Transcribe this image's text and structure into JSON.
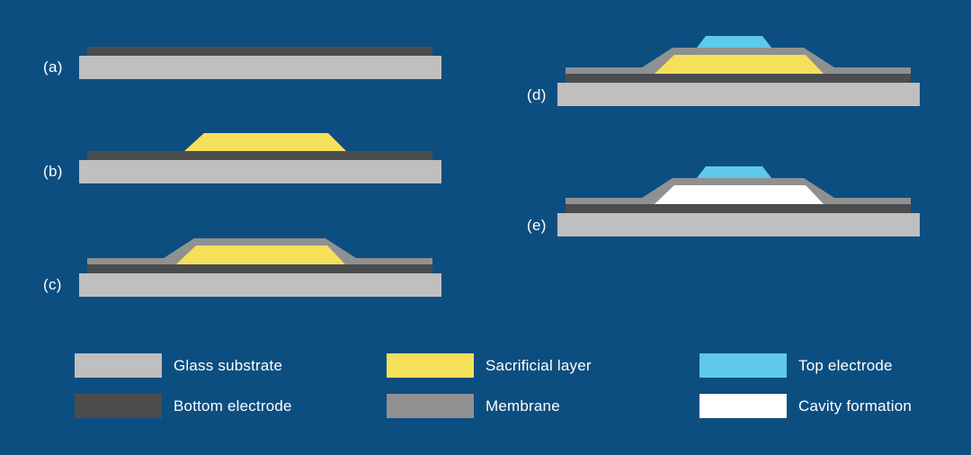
{
  "colors": {
    "background": "#0d4e80",
    "glass_substrate": "#bfbfbf",
    "bottom_electrode": "#4b4c4e",
    "sacrificial_layer": "#f5e05a",
    "membrane": "#8f9092",
    "top_electrode": "#5ec9e9",
    "cavity": "#ffffff",
    "text": "#ffffff"
  },
  "steps": [
    {
      "label": "(a)",
      "layers": [
        "glass substrate",
        "bottom electrode"
      ]
    },
    {
      "label": "(b)",
      "layers": [
        "glass substrate",
        "bottom electrode",
        "sacrificial layer"
      ]
    },
    {
      "label": "(c)",
      "layers": [
        "glass substrate",
        "bottom electrode",
        "sacrificial layer",
        "membrane"
      ]
    },
    {
      "label": "(d)",
      "layers": [
        "glass substrate",
        "bottom electrode",
        "sacrificial layer",
        "membrane",
        "top electrode"
      ]
    },
    {
      "label": "(e)",
      "layers": [
        "glass substrate",
        "bottom electrode",
        "membrane",
        "cavity",
        "top electrode"
      ]
    }
  ],
  "legend": {
    "items": [
      {
        "label": "Glass substrate",
        "color_key": "glass_substrate"
      },
      {
        "label": "Sacrificial layer",
        "color_key": "sacrificial_layer"
      },
      {
        "label": "Top electrode",
        "color_key": "top_electrode"
      },
      {
        "label": "Bottom electrode",
        "color_key": "bottom_electrode"
      },
      {
        "label": "Membrane",
        "color_key": "membrane"
      },
      {
        "label": "Cavity formation",
        "color_key": "cavity"
      }
    ]
  }
}
